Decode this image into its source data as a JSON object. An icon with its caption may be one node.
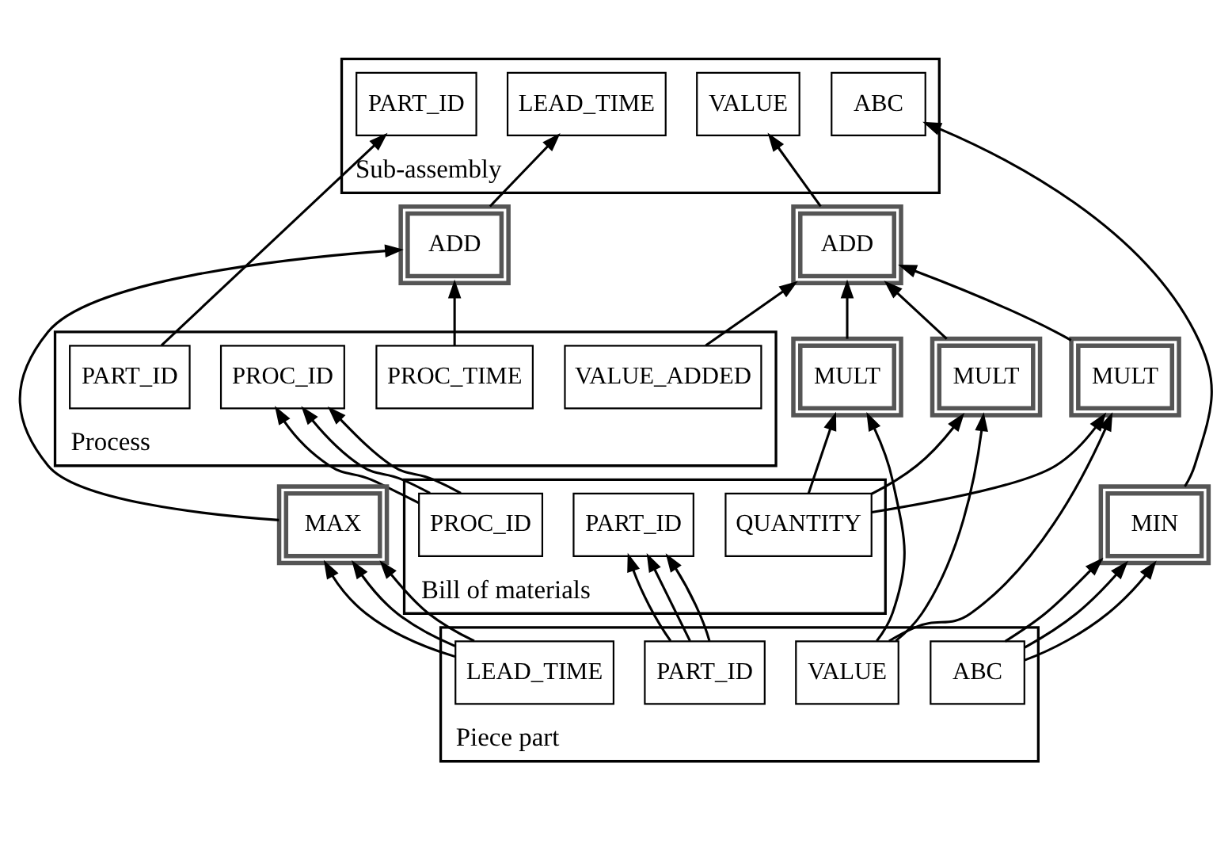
{
  "diagram": {
    "nodes": [
      {
        "text": [
          "Sub-assembly"
        ]
      },
      {
        "text": [
          "PART_ID"
        ],
        "in": 0
      },
      {
        "text": [
          "VALUE"
        ],
        "in": 0
      },
      {
        "text": [
          "LEAD_TIME"
        ],
        "in": 0
      },
      {
        "text": [
          "ABC"
        ],
        "in": 0
      },
      {
        "text": [
          "ADD"
        ]
      },
      {
        "text": [
          "ADD"
        ]
      },
      {
        "text": [
          "Process"
        ]
      },
      {
        "text": [
          "PART_ID"
        ],
        "in": 7
      },
      {
        "text": [
          "PROC_ID"
        ],
        "in": 7
      },
      {
        "text": [
          "VALUE_ADDED"
        ],
        "in": 7
      },
      {
        "text": [
          "PROC_TIME"
        ],
        "in": 7
      },
      {
        "text": [
          "Bill of materials"
        ]
      },
      {
        "text": [
          "PROC_ID"
        ],
        "in": 12
      },
      {
        "text": [
          "PART_ID"
        ],
        "in": 12
      },
      {
        "text": [
          "QUANTITY"
        ],
        "in": 12
      },
      {
        "text": [
          "MULT"
        ]
      },
      {
        "text": [
          "MULT"
        ]
      },
      {
        "text": [
          "MULT"
        ]
      },
      {
        "text": [
          "Piece part"
        ]
      },
      {
        "text": [
          "PART_ID"
        ],
        "in": 19
      },
      {
        "text": [
          "VALUE"
        ],
        "in": 19
      },
      {
        "text": [
          "LEAD_TIME"
        ],
        "in": 19
      },
      {
        "text": [
          "ABC"
        ],
        "in": 19
      },
      {
        "text": [
          "MAX"
        ]
      },
      {
        "text": [
          "MIN"
        ]
      }
    ],
    "edges": [
      {
        "from": 8,
        "to": 1,
        "arrow": "to"
      },
      {
        "from": 6,
        "to": 2,
        "arrow": "to"
      },
      {
        "from": 5,
        "to": 3,
        "arrow": "to"
      },
      {
        "from": 25,
        "to": 4,
        "arrow": "to"
      },
      {
        "from": 10,
        "to": 6,
        "arrow": "to"
      },
      {
        "from": 11,
        "to": 5,
        "arrow": "to"
      },
      {
        "from": 16,
        "to": 6,
        "arrow": "to"
      },
      {
        "from": 17,
        "to": 6,
        "arrow": "to"
      },
      {
        "from": 18,
        "to": 6,
        "arrow": "to"
      },
      {
        "from": 24,
        "to": 5,
        "arrow": "to"
      },
      {
        "from": 13,
        "to": 9,
        "arrow": "to"
      },
      {
        "from": 13,
        "to": 9,
        "arrow": "to"
      },
      {
        "from": 13,
        "to": 9,
        "arrow": "to"
      },
      {
        "from": 15,
        "to": 16,
        "arrow": "to"
      },
      {
        "from": 15,
        "to": 17,
        "arrow": "to"
      },
      {
        "from": 15,
        "to": 18,
        "arrow": "to"
      },
      {
        "from": 20,
        "to": 14,
        "arrow": "to"
      },
      {
        "from": 20,
        "to": 14,
        "arrow": "to"
      },
      {
        "from": 20,
        "to": 14,
        "arrow": "to"
      },
      {
        "from": 21,
        "to": 16,
        "arrow": "to"
      },
      {
        "from": 21,
        "to": 17,
        "arrow": "to"
      },
      {
        "from": 21,
        "to": 18,
        "arrow": "to"
      },
      {
        "from": 22,
        "to": 24,
        "arrow": "to"
      },
      {
        "from": 22,
        "to": 24,
        "arrow": "to"
      },
      {
        "from": 22,
        "to": 24,
        "arrow": "to"
      },
      {
        "from": 23,
        "to": 25,
        "arrow": "to"
      },
      {
        "from": 23,
        "to": 25,
        "arrow": "to"
      },
      {
        "from": 23,
        "to": 25,
        "arrow": "to"
      }
    ]
  }
}
